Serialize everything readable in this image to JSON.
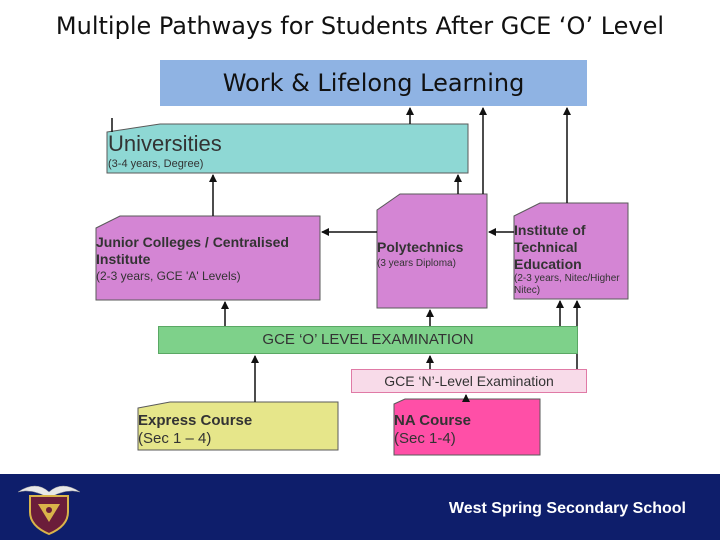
{
  "title": "Multiple Pathways for Students After GCE ‘O’ Level",
  "top_box": "Work & Lifelong Learning",
  "universities": {
    "title": "Universities",
    "sub": "(3-4 years, Degree)"
  },
  "junior_colleges": {
    "title": "Junior Colleges / Centralised Institute",
    "sub": "(2-3 years, GCE 'A' Levels)"
  },
  "polytechnics": {
    "title": "Polytechnics",
    "sub": "(3 years Diploma)"
  },
  "ite": {
    "title": "Institute of Technical Education",
    "sub": "(2-3 years, Nitec/Higher Nitec)"
  },
  "o_level_exam": "GCE ‘O’ LEVEL EXAMINATION",
  "n_level_exam": "GCE ‘N’-Level Examination",
  "express": {
    "title": "Express Course",
    "sub": "(Sec 1 – 4)"
  },
  "na_course": {
    "title": "NA Course",
    "sub": "(Sec 1-4)"
  },
  "footer": {
    "school": "West Spring Secondary School"
  },
  "colors": {
    "work_box": "#8fb3e3",
    "universities": "#8ed8d4",
    "post_secondary": "#d485d4",
    "o_level": "#7ed18a",
    "n_level": "#f8dbe9",
    "express": "#e6e68a",
    "na_course": "#ff4fa7",
    "footer": "#0e1e6b"
  }
}
